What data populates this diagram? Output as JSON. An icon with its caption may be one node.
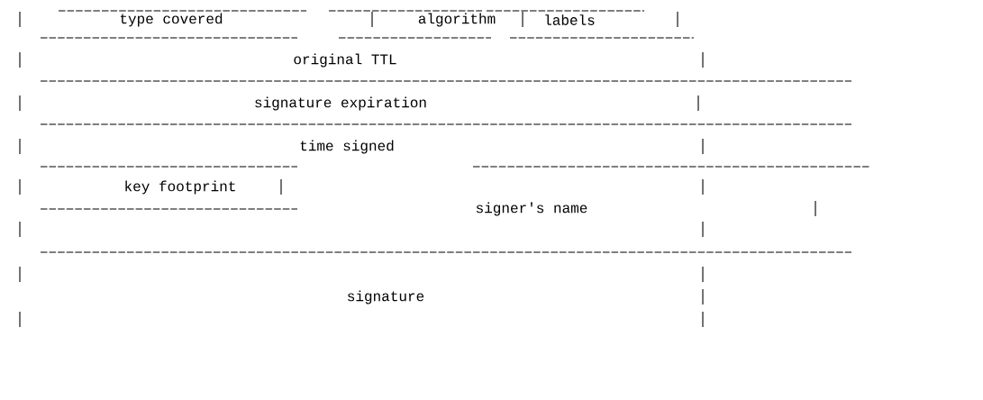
{
  "diagram": {
    "nodes": [
      {
        "text": [
          "type covered"
        ]
      },
      {
        "text": [
          "algorithm"
        ]
      },
      {
        "text": [
          "labels"
        ]
      },
      {
        "text": [
          "original TTL"
        ]
      },
      {
        "text": [
          "signature expiration"
        ]
      },
      {
        "text": [
          "time signed"
        ]
      },
      {
        "text": [
          "key footprint"
        ]
      },
      {
        "text": [
          "signer's name"
        ]
      },
      {
        "text": [
          "signature"
        ]
      }
    ]
  }
}
